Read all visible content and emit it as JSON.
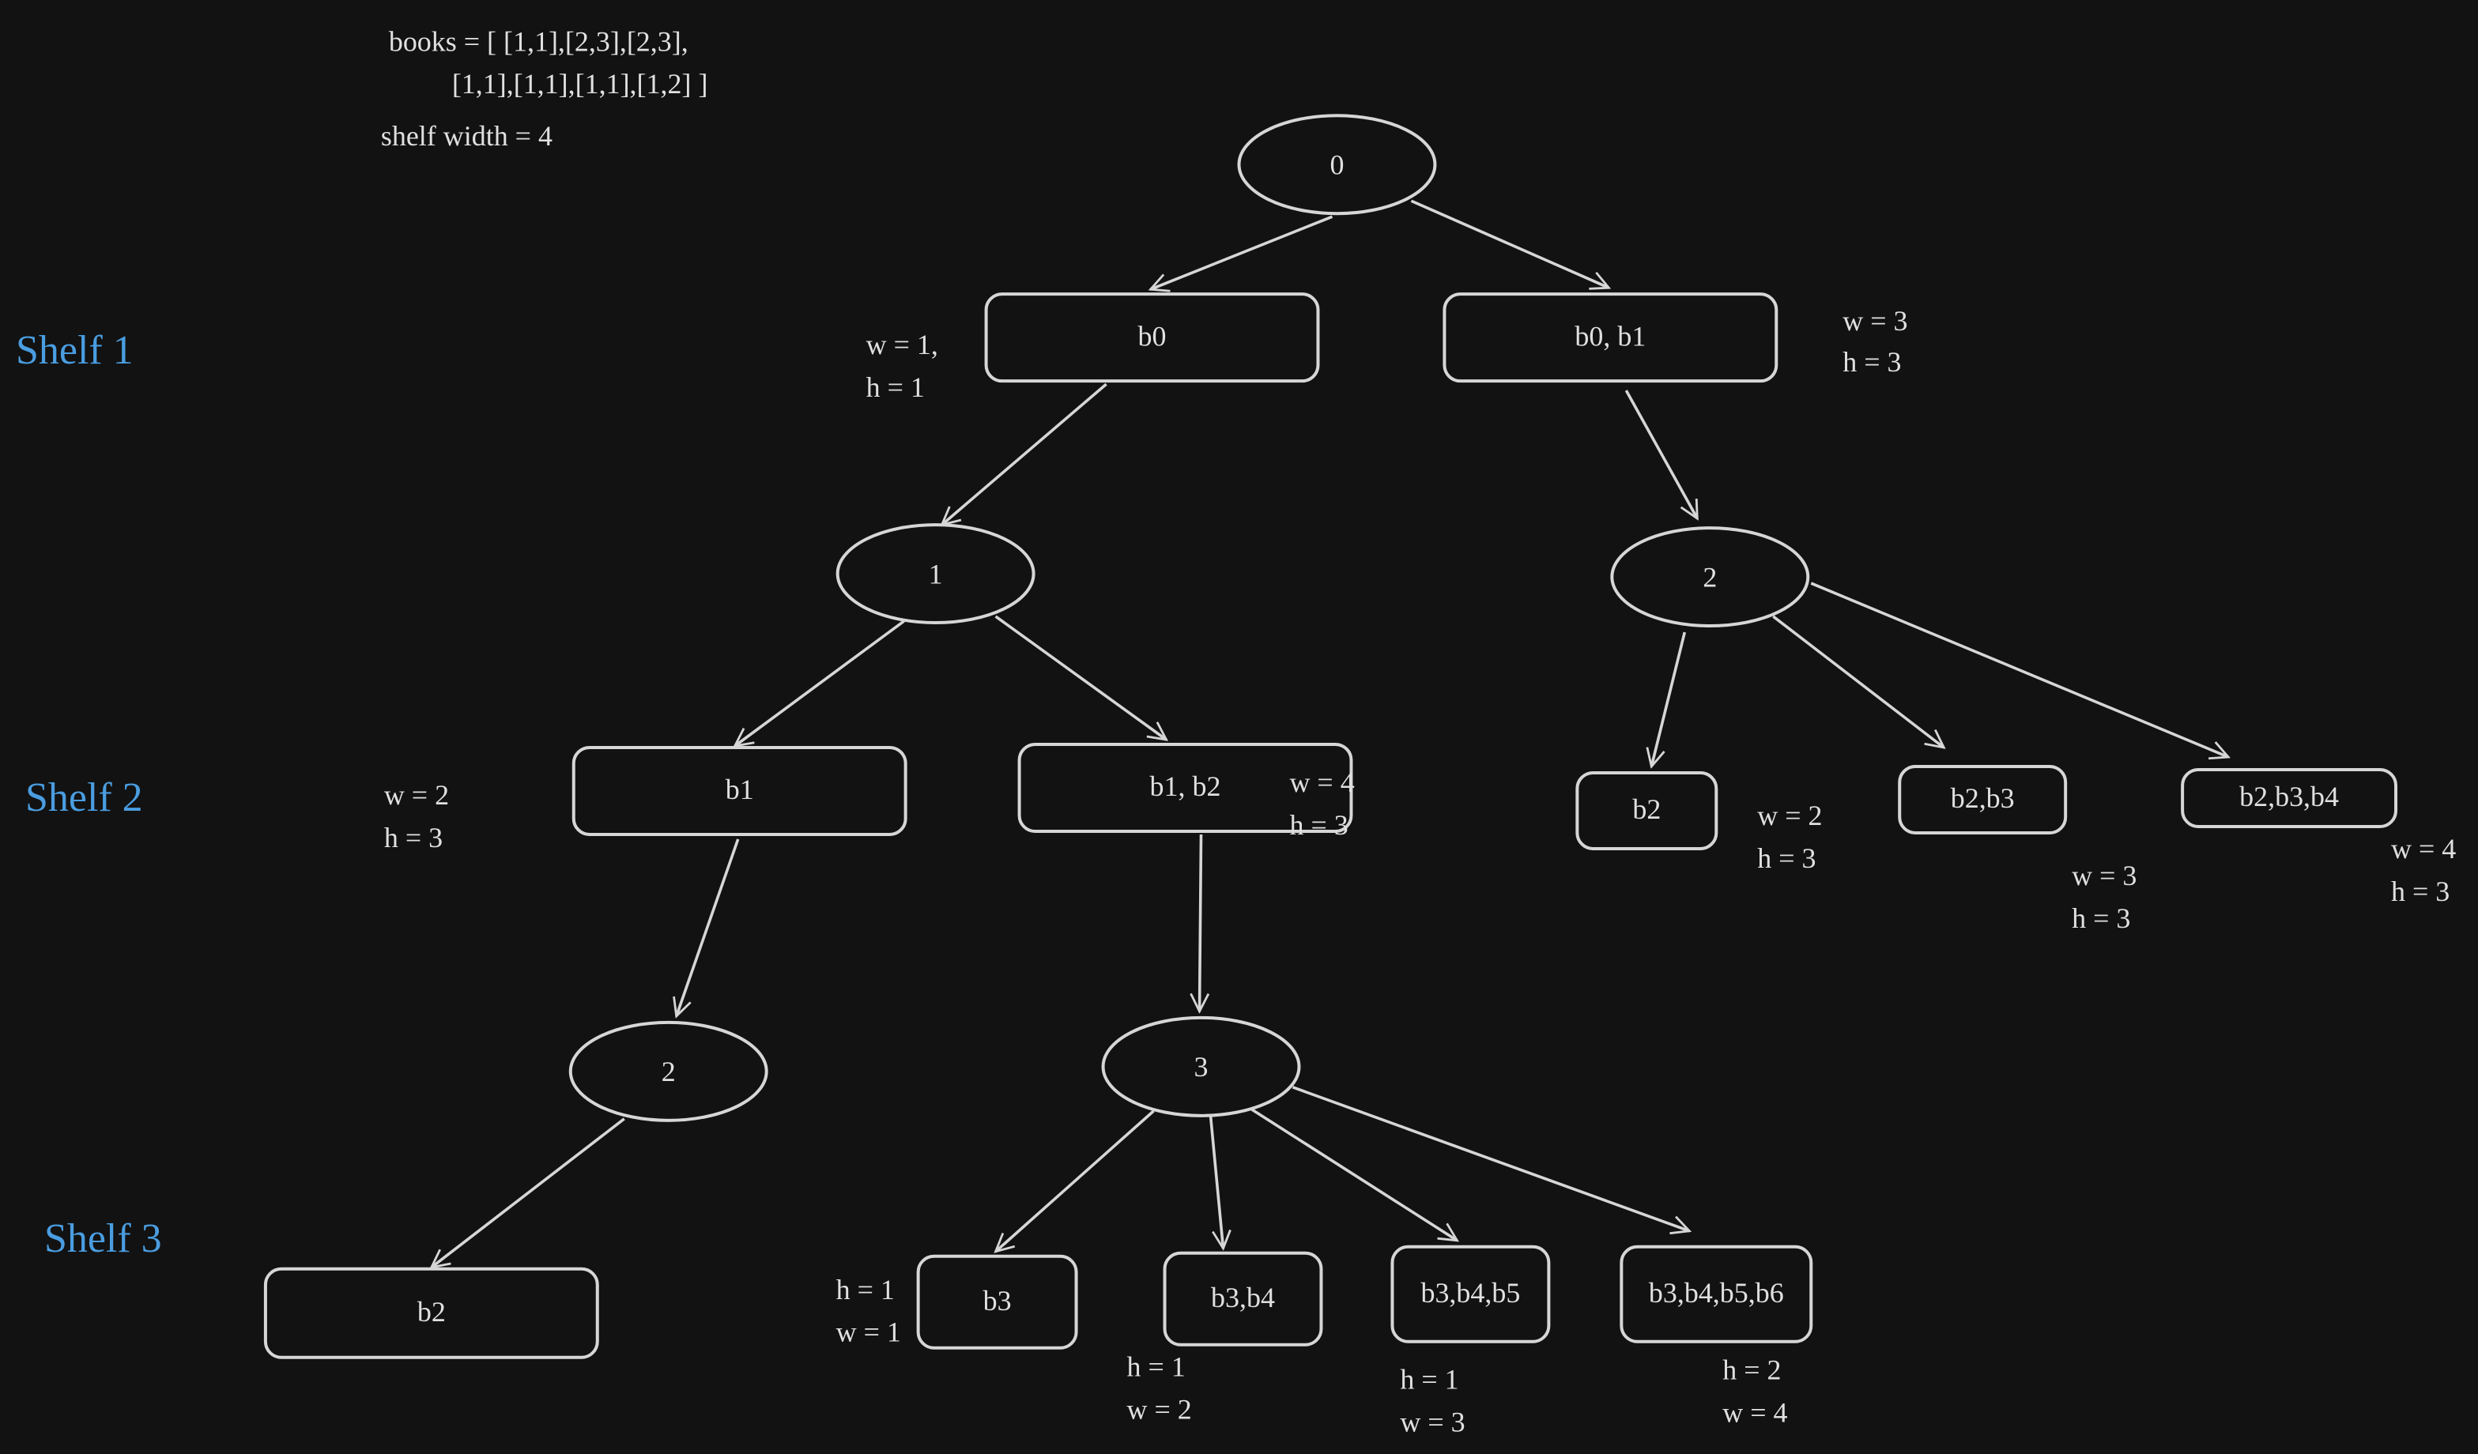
{
  "header": {
    "books_line1": "books = [ [1,1],[2,3],[2,3],",
    "books_line2": "[1,1],[1,1],[1,1],[1,2] ]",
    "shelf_width": "shelf width = 4"
  },
  "shelves": [
    "Shelf 1",
    "Shelf 2",
    "Shelf 3"
  ],
  "colors": {
    "background": "#121212",
    "stroke": "#d6d6d6",
    "shelf_label": "#4a9de0"
  },
  "nodes": {
    "n0": "0",
    "n1": "1",
    "n2r": "2",
    "n2l": "2",
    "n3": "3",
    "b0": "b0",
    "b0b1": "b0, b1",
    "b1": "b1",
    "b1b2": "b1, b2",
    "b2r": "b2",
    "b2b3": "b2,b3",
    "b2b3b4": "b2,b3,b4",
    "b2l": "b2",
    "b3": "b3",
    "b3b4": "b3,b4",
    "b3b4b5": "b3,b4,b5",
    "b3b4b5b6": "b3,b4,b5,b6"
  },
  "annotations": {
    "b0_w": "w = 1,",
    "b0_h": "h = 1",
    "b0b1_w": "w = 3",
    "b0b1_h": "h = 3",
    "b1_w": "w = 2",
    "b1_h": "h = 3",
    "b1b2_w": "w = 4",
    "b1b2_h": "h = 3",
    "b2r_w": "w = 2",
    "b2r_h": "h = 3",
    "b2b3_w": "w = 3",
    "b2b3_h": "h = 3",
    "b2b3b4_w": "w = 4",
    "b2b3b4_h": "h = 3",
    "b3_h": "h = 1",
    "b3_w": "w = 1",
    "b3b4_h": "h = 1",
    "b3b4_w": "w = 2",
    "b3b4b5_h": "h = 1",
    "b3b4b5_w": "w = 3",
    "b3b4b5b6_h": "h = 2",
    "b3b4b5b6_w": "w = 4"
  }
}
